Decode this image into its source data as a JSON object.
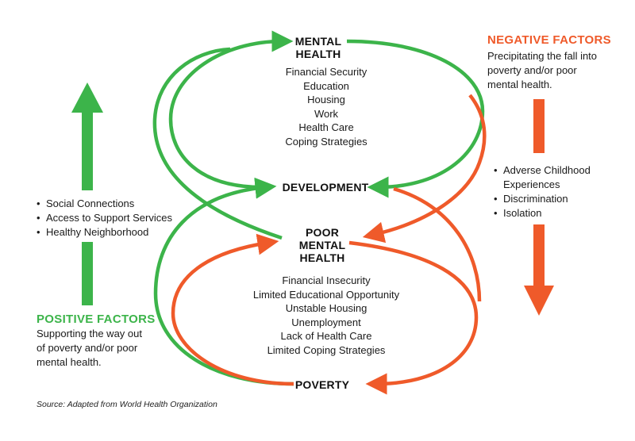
{
  "colors": {
    "positive": "#3cb44a",
    "negative": "#ef5a2a",
    "text": "#1a1a1a"
  },
  "nodes": {
    "mental_health": "MENTAL\nHEALTH",
    "development": "DEVELOPMENT",
    "poor_mental_health": "POOR\nMENTAL\nHEALTH",
    "poverty": "POVERTY"
  },
  "mental_health_factors": [
    "Financial Security",
    "Education",
    "Housing",
    "Work",
    "Health Care",
    "Coping Strategies"
  ],
  "poor_mental_health_factors": [
    "Financial Insecurity",
    "Limited Educational Opportunity",
    "Unstable Housing",
    "Unemployment",
    "Lack of Health Care",
    "Limited Coping Strategies"
  ],
  "positive": {
    "title": "POSITIVE FACTORS",
    "description": "Supporting the way out\nof poverty and/or poor\nmental health.",
    "items": [
      "Social Connections",
      "Access to Support Services",
      "Healthy Neighborhood"
    ]
  },
  "negative": {
    "title": "NEGATIVE FACTORS",
    "description": "Precipitating the fall into\npoverty and/or poor\nmental health.",
    "items": [
      "Adverse Childhood\nExperiences",
      "Discrimination",
      "Isolation"
    ]
  },
  "source": "Source: Adapted from World Health Organization"
}
